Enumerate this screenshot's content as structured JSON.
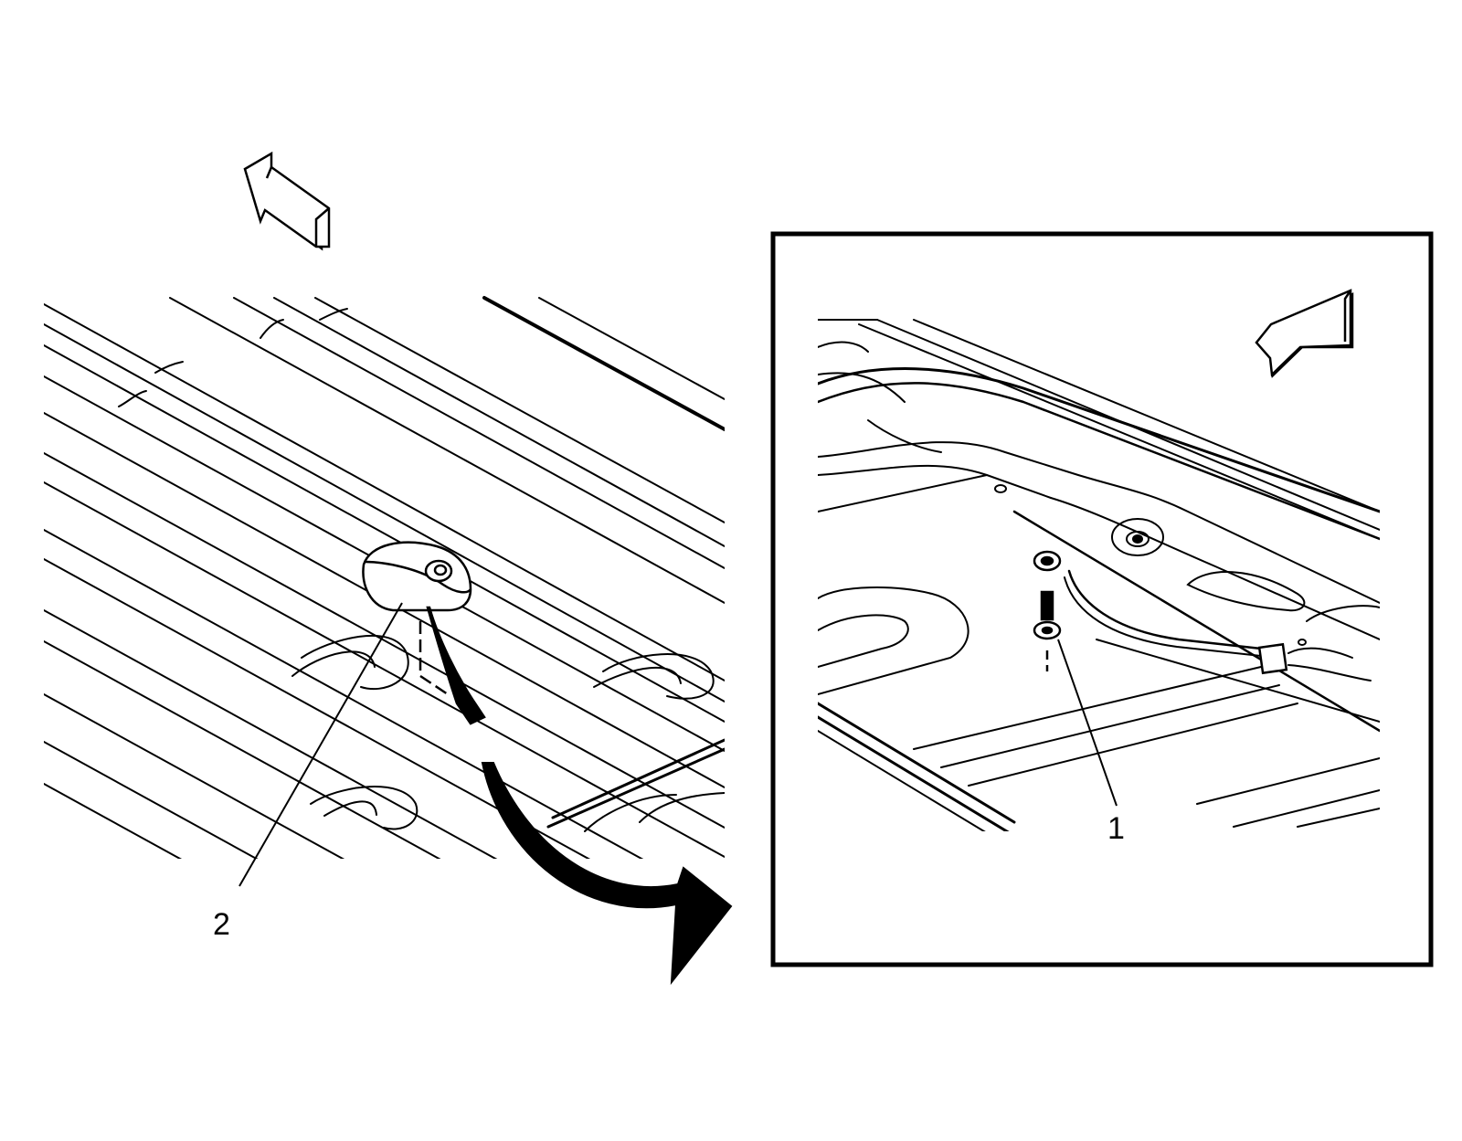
{
  "diagram": {
    "callouts": [
      {
        "id": "1",
        "label": "1",
        "part": "bolt"
      },
      {
        "id": "2",
        "label": "2",
        "part": "antenna"
      }
    ],
    "icons": {
      "overview_direction": "front-direction-arrow-icon",
      "detail_direction": "front-direction-arrow-icon",
      "transition": "curved-arrow-icon"
    },
    "colors": {
      "line": "#000000",
      "background": "#ffffff"
    }
  }
}
